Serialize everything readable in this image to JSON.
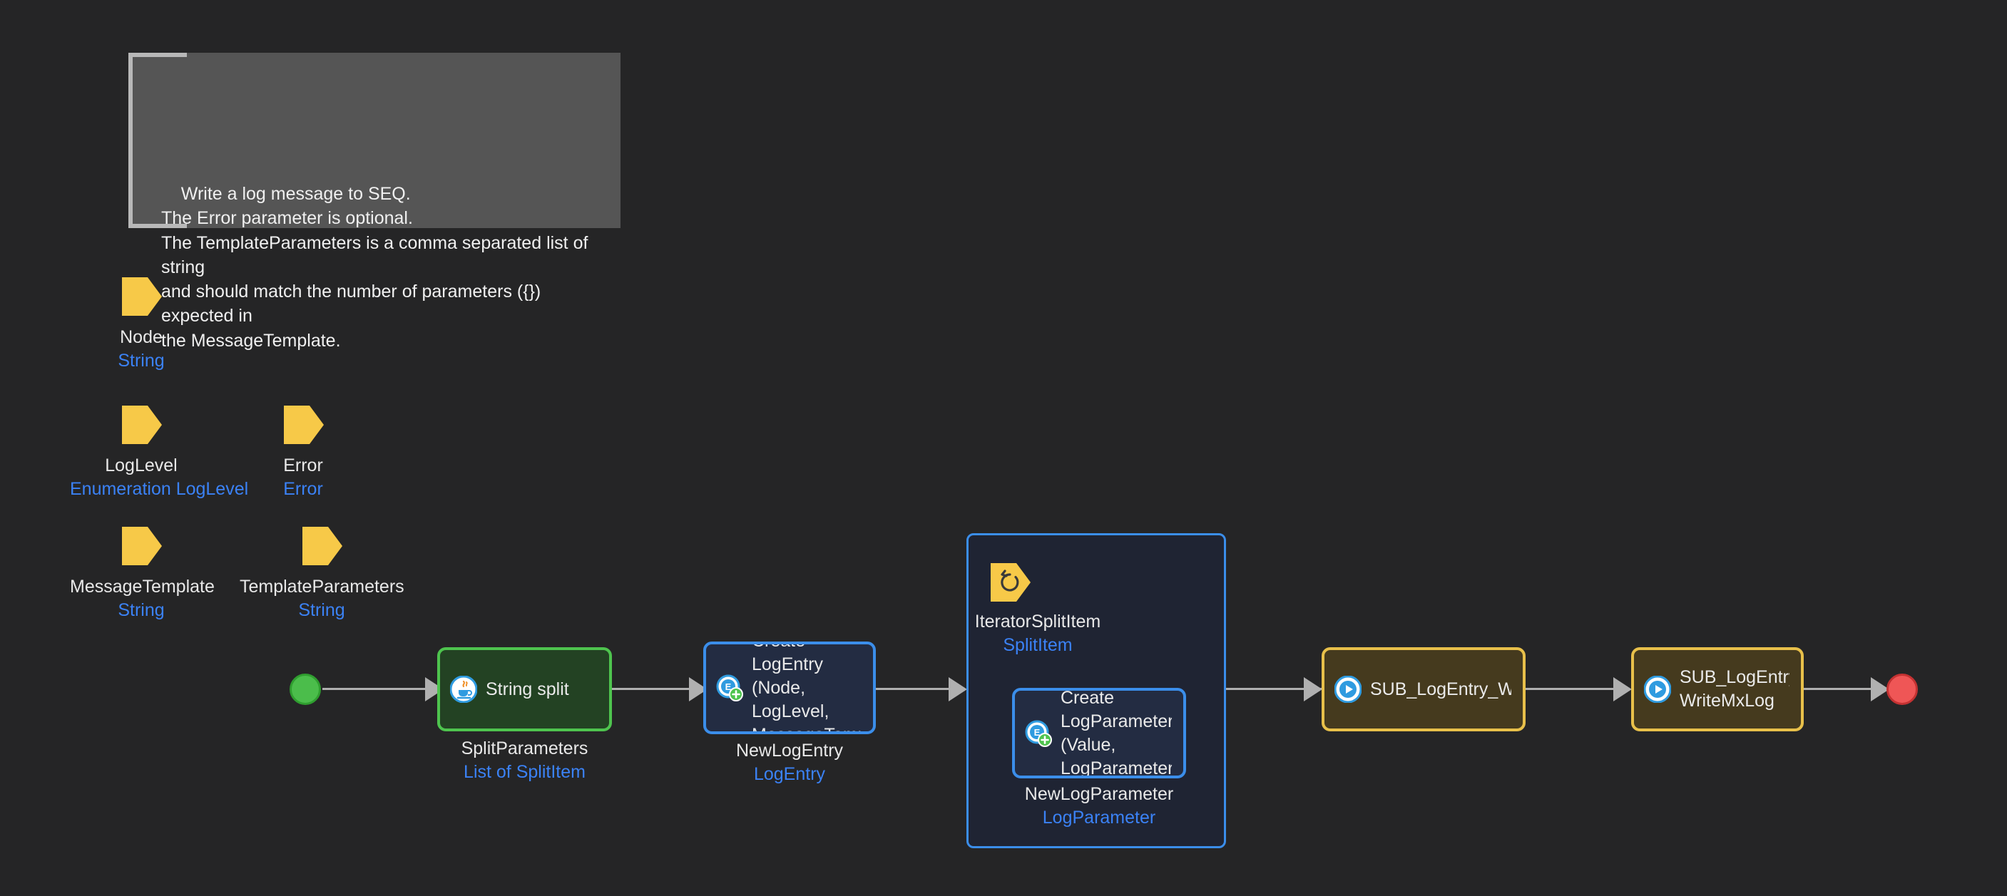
{
  "canvas": {
    "background": "#252526",
    "accent_blue": "#3b8eea",
    "accent_green": "#4ec44e",
    "accent_yellow": "#e8c04a",
    "accent_red": "#ef5656",
    "type_text_color": "#3b82f6"
  },
  "comment": {
    "name": "microflow-comment",
    "text": "Write a log message to SEQ.\nThe Error parameter is optional.\nThe TemplateParameters is a comma separated list of string\nand should match the number of parameters ({}) expected in\nthe MessageTemplate."
  },
  "parameters": [
    {
      "name": "Node",
      "type": "String",
      "icon": "parameter-flag-icon"
    },
    {
      "name": "LogLevel",
      "type": "Enumeration LogLevel",
      "icon": "parameter-flag-icon"
    },
    {
      "name": "Error",
      "type": "Error",
      "icon": "parameter-flag-icon"
    },
    {
      "name": "MessageTemplate",
      "type": "String",
      "icon": "parameter-flag-icon"
    },
    {
      "name": "TemplateParameters",
      "type": "String",
      "icon": "parameter-flag-icon"
    }
  ],
  "events": {
    "start": {
      "name": "start-event",
      "label": ""
    },
    "end": {
      "name": "end-event",
      "label": ""
    }
  },
  "activities": {
    "string_split": {
      "label": "String split",
      "icon": "java-action-icon",
      "caption_name": "SplitParameters",
      "caption_type": "List of SplitItem"
    },
    "create_logentry": {
      "label": "Create LogEntry\n(Node,\nLogLevel,\nMessageTempla",
      "icon": "create-object-icon",
      "caption_name": "NewLogEntry",
      "caption_type": "LogEntry"
    },
    "create_logparameter": {
      "label": "Create\nLogParameter\n(Value,\nLogParameter_L",
      "icon": "create-object-icon",
      "caption_name": "NewLogParameter",
      "caption_type": "LogParameter"
    },
    "sub_logentry_write": {
      "label": "SUB_LogEntry_Write",
      "icon": "call-microflow-icon"
    },
    "sub_logentry_writemxlog": {
      "label": "SUB_LogEntry_\nWriteMxLog",
      "icon": "call-microflow-icon"
    }
  },
  "loop": {
    "name": "IteratorSplitItem",
    "type": "SplitItem",
    "icon": "loop-iterator-icon"
  }
}
